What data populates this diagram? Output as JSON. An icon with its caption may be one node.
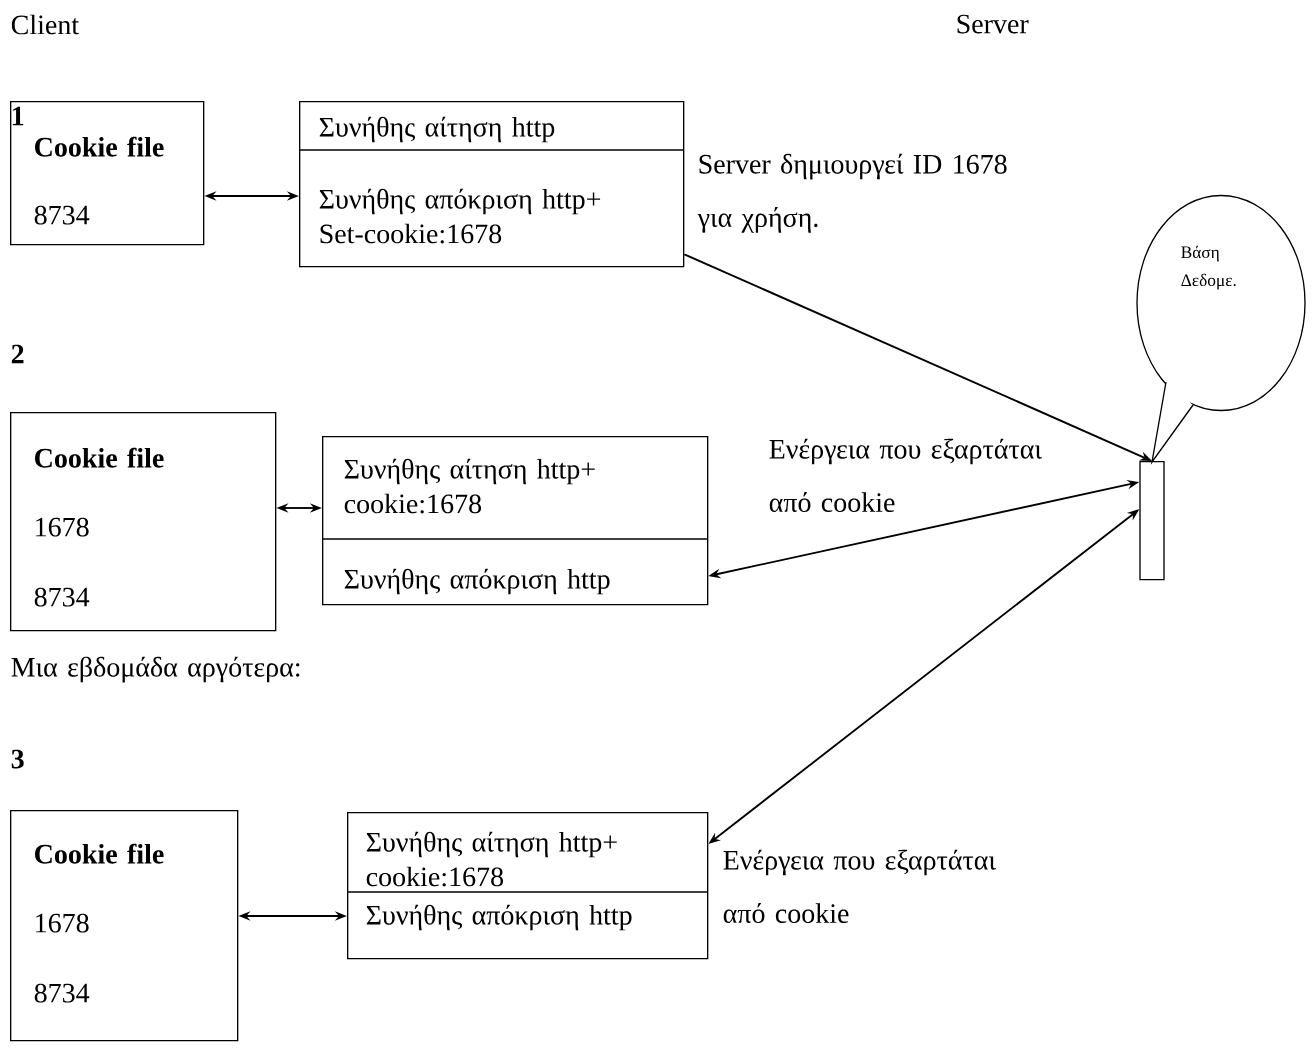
{
  "diagram": {
    "nodes": [
      {
        "text": [
          "Cookie file",
          "8734"
        ]
      },
      {
        "text": [
          "Συνήθης αίτηση http",
          "Συνήθης απόκριση http+ Set-cookie:1678"
        ]
      },
      {
        "text": [],
        "shape": "cylinder"
      },
      {
        "text": [
          "Βάση Δεδομε."
        ]
      },
      {
        "text": [
          "Cookie file",
          "1678",
          "8734"
        ]
      },
      {
        "text": [
          "Συνήθης αίτηση http+ cookie:1678",
          "Συνήθης απόκριση http"
        ]
      },
      {
        "text": [
          "Cookie file",
          "1678",
          "8734"
        ]
      },
      {
        "text": [
          "Συνήθης αίτηση http+ cookie:1678",
          "Συνήθης απόκριση http"
        ]
      }
    ],
    "edges": [
      {
        "from": 0,
        "to": 1,
        "arrow": "both"
      },
      {
        "from": 1,
        "to": 2,
        "arrow": "to"
      },
      {
        "from": 4,
        "to": 5,
        "arrow": "both"
      },
      {
        "from": 5,
        "to": 2,
        "arrow": "both"
      },
      {
        "from": 7,
        "to": 2,
        "arrow": "both"
      },
      {
        "from": 6,
        "to": 7,
        "arrow": "both"
      }
    ],
    "labels": [
      "Client",
      "Server",
      "1",
      "Server δημιουργεί ID 1678 για χρήση.",
      "2",
      "Ενέργεια που εξαρτάται από cookie",
      "Μια εβδομάδα αργότερα:",
      "3",
      "Ενέργεια που εξαρτάται από cookie"
    ]
  }
}
